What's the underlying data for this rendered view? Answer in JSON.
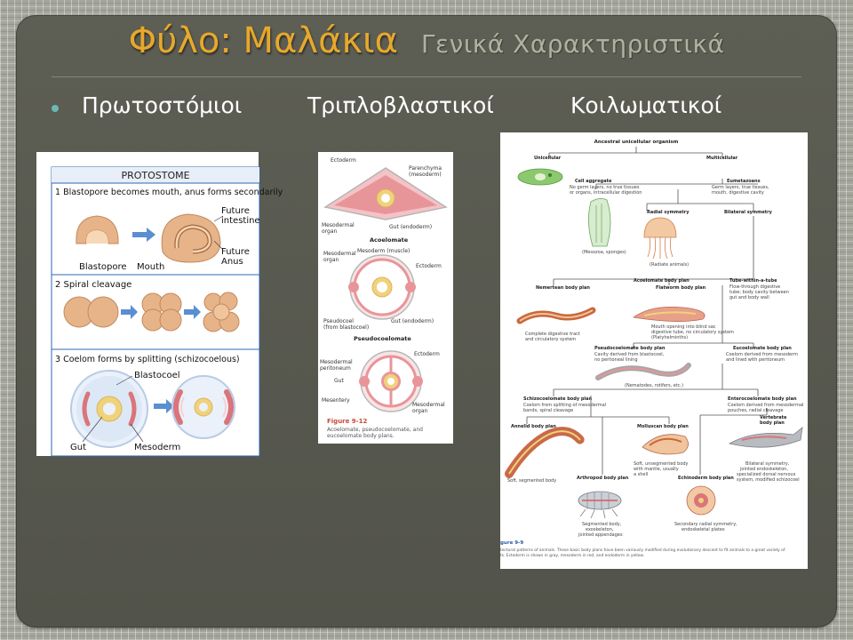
{
  "title": {
    "main": "Φύλο: Μαλάκια",
    "sub": "Γενικά Χαρακτηριστικά"
  },
  "bullet": {
    "terms": [
      "Πρωτοστόμιοι",
      "Τριπλοβλαστικοί",
      "Κοιλωματικοί"
    ]
  },
  "figure_protostome": {
    "header": "PROTOSTOME",
    "step1": "1  Blastopore becomes mouth, anus forms secondarily",
    "future_intestine": [
      "Future",
      "intestine"
    ],
    "future_anus": [
      "Future",
      "Anus"
    ],
    "blastopore": "Blastopore",
    "mouth": "Mouth",
    "step2": "2  Spiral cleavage",
    "step3": "3  Coelom forms by splitting (schizocoelous)",
    "blastocoel": "Blastocoel",
    "gut": "Gut",
    "mesoderm": "Mesoderm"
  },
  "figure_body_plans": {
    "ectoderm": "Ectoderm",
    "parenchyma": [
      "Parenchyma",
      "(mesoderm)"
    ],
    "mesodermal_organ": [
      "Mesodermal",
      "organ"
    ],
    "gut_endoderm": "Gut (endoderm)",
    "acoelomate": "Acoelomate",
    "mesoderm_muscle": "Mesoderm (muscle)",
    "pseudocoel": [
      "Pseudocoel",
      "(from blastocoel)"
    ],
    "pseudocoelomate": "Pseudocoelomate",
    "mesodermal_peritoneum": [
      "Mesodermal",
      "peritoneum"
    ],
    "gut": "Gut",
    "mesentery": "Mesentery",
    "figure_number": "Figure 9-12",
    "caption": [
      "Acoelomate, pseudocoelomate, and",
      "eucoelomate body plans."
    ]
  },
  "figure_tree": {
    "root": "Ancestral unicellular organism",
    "unicellular": "Unicellular",
    "multicellular": "Multicellular",
    "cell_aggregate": "Cell aggregate",
    "cell_aggregate_note": [
      "No germ layers, no true tissues",
      "or organs, intracellular digestion"
    ],
    "eumetazoans": "Eumetazoans",
    "eumetazoans_note": [
      "Germ layers, true tissues,",
      "mouth, digestive cavity"
    ],
    "radial_symmetry": "Radial symmetry",
    "bilateral_symmetry": "Bilateral symmetry",
    "mesozoa": "(Mesozoa, sponges)",
    "radiate": "(Radiate animals)",
    "acoelomate_plan": "Acoelomate body plan",
    "tube_plan": "Tube-within-a-tube",
    "tube_note": [
      "Flow-through digestive",
      "tube; body cavity between",
      "gut and body wall"
    ],
    "nemertean": "Nemertean body plan",
    "nemertean_note": [
      "Complete digestive tract",
      "and circulatory system"
    ],
    "flatworm": "Flatworm body plan",
    "flatworm_note": [
      "Mouth opening into blind sac",
      "digestive tube, no circulatory system",
      "(Platyhelminths)"
    ],
    "pseudocoelomate_plan": "Pseudocoelomate body plan",
    "pseudo_note": [
      "Cavity derived from blastocoel,",
      "no peritoneal lining"
    ],
    "nematodes": "(Nematodes, rotifers, etc.)",
    "eucoelomate_plan": "Eucoelomate body plan",
    "euco_note": [
      "Coelom derived from mesoderm",
      "and lined with peritoneum"
    ],
    "schizocoelomate": "Schizocoelomate body plan",
    "schizo_note": [
      "Coelom from splitting of mesodermal",
      "bands, spiral cleavage"
    ],
    "enterocoelomate": "Enterocoelomate body plan",
    "entero_note": [
      "Coelom derived from mesodermal",
      "pouches, radial cleavage"
    ],
    "annelid": "Annelid body plan",
    "annelid_note": "Soft, segmented body",
    "molluscan": "Molluscan body plan",
    "molluscan_note": [
      "Soft, unsegmented body",
      "with mantle, usually",
      "a shell"
    ],
    "vertebrate": [
      "Vertebrate",
      "body plan"
    ],
    "vertebrate_note": [
      "Bilateral symmetry,",
      "jointed endoskeleton,",
      "specialized dorsal nervous",
      "system, modified schizocoel"
    ],
    "arthropod": "Arthropod body plan",
    "arthropod_note": [
      "Segmented body,",
      "exoskeleton,",
      "jointed appendages"
    ],
    "echinoderm": "Echinoderm body plan",
    "echinoderm_note": [
      "Secondary radial symmetry,",
      "endoskeletal plates"
    ],
    "figure_number": "gure 9-9",
    "caption": [
      "tectural patterns of animals. These basic body plans have been variously modified during evolutionary descent to fit animals to a great variety of",
      "ts. Ectoderm is shown in gray, mesoderm in red, and endoderm in yellow."
    ]
  },
  "colors": {
    "title_main": "#e7a82b",
    "title_sub": "#aeb39e",
    "panel": "#5a5b51",
    "bullet": "#6bb8b0",
    "figure_blue": "#2a68b0",
    "mesoderm_red": "#d9757b",
    "endoderm_yellow": "#f0d27a",
    "embryo_tan": "#e7b48a"
  }
}
